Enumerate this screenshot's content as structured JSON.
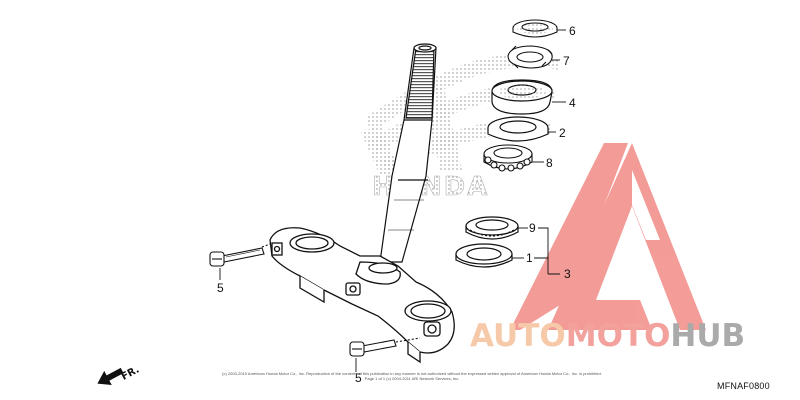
{
  "watermark": {
    "brand_part1": "AUTO",
    "brand_part2": "MOTO",
    "brand_part3": "HUB",
    "colors": {
      "auto": "#f6c9a8",
      "moto": "#f3a19d",
      "hub": "#aaaaaa",
      "triangle": "#f28b86"
    }
  },
  "background_logo_text": "HONDA",
  "callouts": {
    "c6": "6",
    "c7": "7",
    "c4": "4",
    "c2": "2",
    "c8": "8",
    "c9": "9",
    "c1": "1",
    "c3": "3",
    "c5_left": "5",
    "c5_bottom": "5"
  },
  "direction_label": "FR.",
  "part_code": "MFNAF0800",
  "copyright_text": "(c) 2003-2010 American Honda Motor Co., Inc. Reproduction of the contents of this publication in any manner is not authorized without the expressed written approval of American Honda Motor Co., Inc. is prohibited. Page 1 of 1 (c) 2004-2011 ARI Network Services, Inc."
}
